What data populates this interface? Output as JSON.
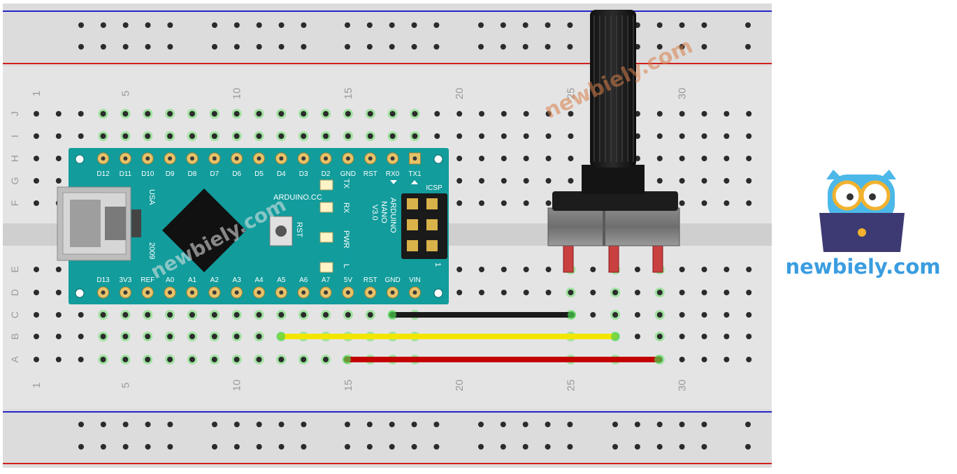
{
  "breadboard": {
    "column_numbers": [
      "1",
      "5",
      "10",
      "15",
      "20",
      "25",
      "30"
    ],
    "row_letters_top": [
      "J",
      "I",
      "H",
      "G",
      "F"
    ],
    "row_letters_bottom": [
      "E",
      "D",
      "C",
      "B",
      "A"
    ]
  },
  "arduino": {
    "top_pins": [
      "D12",
      "D11",
      "D10",
      "D9",
      "D8",
      "D7",
      "D6",
      "D5",
      "D4",
      "D3",
      "D2",
      "GND",
      "RST",
      "RX0",
      "TX1"
    ],
    "bottom_pins": [
      "D13",
      "3V3",
      "REF",
      "A0",
      "A1",
      "A2",
      "A3",
      "A4",
      "A5",
      "A6",
      "A7",
      "5V",
      "RST",
      "GND",
      "VIN"
    ],
    "brand": "ARDUINO.CC",
    "model": [
      "ARDUINO",
      "NANO",
      "V3.0"
    ],
    "icsp": "ICSP",
    "icsp_pin1": "1",
    "origin": "USA",
    "year": "2009",
    "reset_label": "RST",
    "leds": [
      "TX",
      "RX",
      "PWR",
      "L"
    ]
  },
  "watermark": "newbiely.com",
  "logo_text": "newbiely.com",
  "colors": {
    "board": "#129c9c",
    "wire_gnd": "#1a1a1a",
    "wire_signal": "#f2e600",
    "wire_power": "#c40000",
    "rail_blue": "#2424c8",
    "rail_red": "#d02020",
    "brand": "#3a9de0"
  }
}
